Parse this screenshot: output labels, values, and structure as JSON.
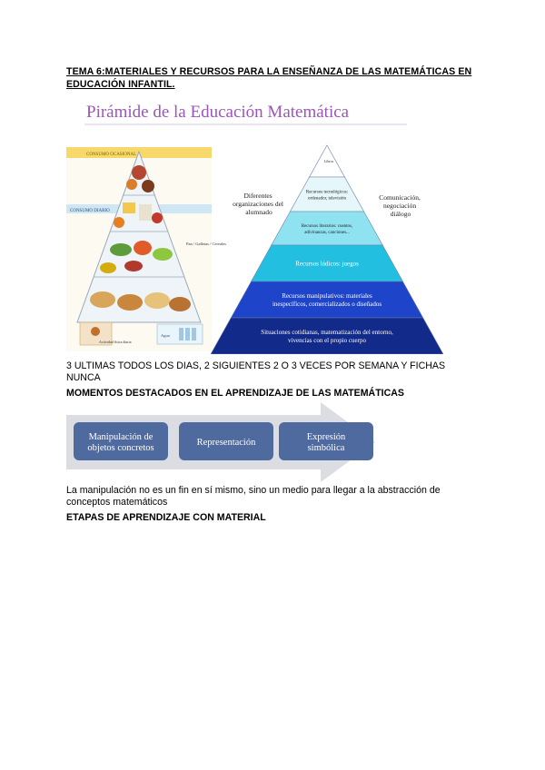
{
  "title": "TEMA 6:MATERIALES Y RECURSOS PARA LA ENSEÑANZA DE LAS MATEMÁTICAS EN EDUCACIÓN INFANTIL.",
  "pyramid_figure": {
    "title": "Pirámide de la Educación Matemática",
    "food_pyramid_labels": {
      "top": "CONSUMO OCASIONAL",
      "middle": "CONSUMO DIARIO",
      "water": "Agua",
      "activity": "Actividad física diaria",
      "note": "Pan / Galletas / Cereales"
    },
    "left_label": "Diferentes organizaciones del alumnado",
    "right_label": "Comunicación, negociación diálogo",
    "levels": [
      {
        "text": "Libros",
        "color": "#ffffff",
        "text_color": "#333333"
      },
      {
        "text": "Recursos tecnológicos: ordenador, televisión",
        "color": "#e6f7fb",
        "text_color": "#222222"
      },
      {
        "text": "Recursos literarios: cuentos, adivinanzas, canciones...",
        "color": "#8fe3f0",
        "text_color": "#222222"
      },
      {
        "text": "Recursos lúdicos: juegos",
        "color": "#22bfe0",
        "text_color": "#ffffff"
      },
      {
        "text": "Recursos manipulativos: materiales inespecíficos, comercializados o diseñados",
        "color": "#1e44c9",
        "text_color": "#ffffff"
      },
      {
        "text": "Situaciones cotidianas, matematización del entorno, vivencias con el propio cuerpo",
        "color": "#122a8a",
        "text_color": "#ffffff"
      }
    ]
  },
  "frequency_note": "3 ULTIMAS TODOS LOS DIAS, 2 SIGUIENTES 2 O 3 VECES POR SEMANA Y FICHAS NUNCA",
  "moments_heading": "MOMENTOS DESTACADOS EN EL APRENDIZAJE DE LAS MATEMÁTICAS",
  "flow": {
    "steps": [
      "Manipulación de objetos concretos",
      "Representación",
      "Expresión simbólica"
    ],
    "box_color": "#4e6a9e",
    "arrow_color": "#dcdde2"
  },
  "manipulation_note": "La manipulación no es un fin en sí mismo, sino un medio para llegar a la abstracción de conceptos matemáticos",
  "stages_heading": "ETAPAS DE APRENDIZAJE CON MATERIAL"
}
